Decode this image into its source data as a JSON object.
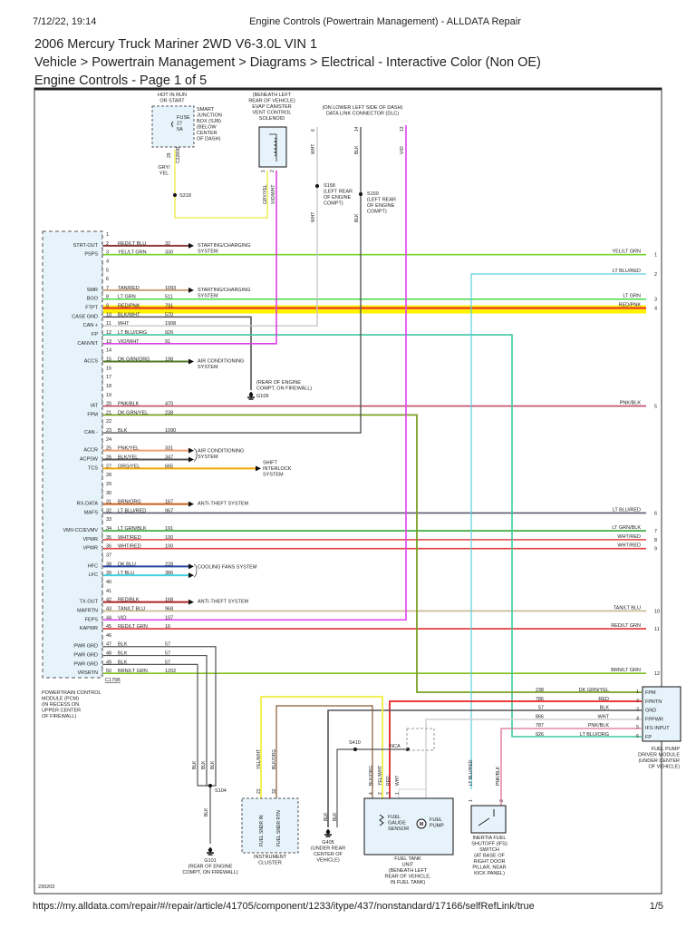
{
  "browser": {
    "datetime": "7/12/22, 19:14",
    "title": "Engine Controls (Powertrain Management) - ALLDATA Repair",
    "url": "https://my.alldata.com/repair/#/repair/article/41705/component/1233/itype/437/nonstandard/17166/selfRefLink/true",
    "page_counter": "1/5"
  },
  "header": {
    "vehicle": "2006 Mercury Truck Mariner 2WD V6-3.0L VIN 1",
    "breadcrumb": "Vehicle > Powertrain Management > Diagrams > Electrical - Interactive Color (Non OE)",
    "page_title": "Engine Controls - Page 1 of 5"
  },
  "pcm": {
    "connector": "C175B",
    "label": [
      "POWERTRAIN CONTROL",
      "MODULE (PCM)",
      "(IN RECESS ON",
      "UPPER CENTER",
      "OF FIREWALL)"
    ],
    "pins": [
      {
        "pin": "1"
      },
      {
        "pin": "2",
        "func": "STRT-OUT",
        "wire": "RED/LT BLU",
        "circuit": "32",
        "color": "#8b3a3a",
        "dest": "system"
      },
      {
        "pin": "3",
        "func": "PSPS",
        "wire": "YEL/LT GRN",
        "circuit": "330",
        "color": "#74d62a",
        "dest": "right",
        "right_label": "YEL/LT GRN",
        "right_pin": "1"
      },
      {
        "pin": "4"
      },
      {
        "pin": "5"
      },
      {
        "pin": "6"
      },
      {
        "pin": "7",
        "func": "SMR",
        "wire": "TAN/RED",
        "circuit": "1093",
        "color": "#c9a27c",
        "dest": "system"
      },
      {
        "pin": "8",
        "func": "BOO",
        "wire": "LT GRN",
        "circuit": "511",
        "color": "#45d845",
        "dest": "right",
        "right_label": "LT GRN",
        "right_pin": "3"
      },
      {
        "pin": "9",
        "func": "FTPT",
        "wire": "RED/PNK",
        "circuit": "791",
        "color": "#e83030",
        "dest": "right",
        "right_label": "RED/PNK",
        "right_pin": "4"
      },
      {
        "pin": "10",
        "func": "CASE GND",
        "wire": "BLK/WHT",
        "circuit": "570",
        "color": "#555555",
        "dest": "route"
      },
      {
        "pin": "11",
        "func": "CAN +",
        "wire": "WHT",
        "circuit": "1908",
        "color": "#c8c8c8",
        "dest": "route"
      },
      {
        "pin": "12",
        "func": "FP",
        "wire": "LT BLU/ORG",
        "circuit": "926",
        "color": "#3ec8a0",
        "dest": "route"
      },
      {
        "pin": "13",
        "func": "CANVNT",
        "wire": "VIO/WHT",
        "circuit": "91",
        "color": "#e040e0",
        "dest": "route"
      },
      {
        "pin": "14"
      },
      {
        "pin": "15",
        "func": "ACCS",
        "wire": "DK GRN/ORG",
        "circuit": "198",
        "color": "#4f7a22",
        "dest": "system"
      },
      {
        "pin": "16"
      },
      {
        "pin": "17"
      },
      {
        "pin": "18"
      },
      {
        "pin": "19"
      },
      {
        "pin": "20",
        "func": "IAT",
        "wire": "PNK/BLK",
        "circuit": "470",
        "color": "#c04a68",
        "dest": "right",
        "right_label": "PNK/BLK",
        "right_pin": "5"
      },
      {
        "pin": "21",
        "func": "FPM",
        "wire": "DK GRN/YEL",
        "circuit": "238",
        "color": "#7aa020",
        "dest": "route"
      },
      {
        "pin": "22"
      },
      {
        "pin": "23",
        "func": "CAN -",
        "wire": "BLK",
        "circuit": "1090",
        "color": "#555555",
        "dest": "route"
      },
      {
        "pin": "24"
      },
      {
        "pin": "25",
        "func": "ACCR",
        "wire": "PNK/YEL",
        "circuit": "331",
        "color": "#f0a070",
        "dest": "system"
      },
      {
        "pin": "26",
        "func": "ACPSW",
        "wire": "BLK/YEL",
        "circuit": "347",
        "color": "#555555",
        "dest": "system"
      },
      {
        "pin": "27",
        "func": "TCS",
        "wire": "ORG/YEL",
        "circuit": "665",
        "color": "#f0a800",
        "dest": "system"
      },
      {
        "pin": "28"
      },
      {
        "pin": "29"
      },
      {
        "pin": "30"
      },
      {
        "pin": "31",
        "func": "RX-DATA",
        "wire": "BRN/ORG",
        "circuit": "167",
        "color": "#c8621a",
        "dest": "system"
      },
      {
        "pin": "32",
        "func": "MAFS",
        "wire": "LT BLU/RED",
        "circuit": "967",
        "color": "#5a5a70",
        "dest": "right",
        "right_label": "LT BLU/RED",
        "right_pin": "6"
      },
      {
        "pin": "33"
      },
      {
        "pin": "34",
        "func": "VMV-CC/EVMV",
        "wire": "LT GRN/BLK",
        "circuit": "191",
        "color": "#30a830",
        "dest": "right",
        "right_label": "LT GRN/BLK",
        "right_pin": "7"
      },
      {
        "pin": "35",
        "func": "VPWR",
        "wire": "WHT/RED",
        "circuit": "100",
        "color": "#e04040",
        "dest": "right",
        "right_label": "WHT/RED",
        "right_pin": "8"
      },
      {
        "pin": "36",
        "func": "VPWR",
        "wire": "WHT/RED",
        "circuit": "100",
        "color": "#e04040",
        "dest": "right",
        "right_label": "WHT/RED",
        "right_pin": "9"
      },
      {
        "pin": "37"
      },
      {
        "pin": "38",
        "func": "HFC",
        "wire": "DK BLU",
        "circuit": "228",
        "color": "#2444a0",
        "dest": "system"
      },
      {
        "pin": "39",
        "func": "LFC",
        "wire": "LT BLU",
        "circuit": "386",
        "color": "#40d0e0",
        "dest": "system"
      },
      {
        "pin": "40"
      },
      {
        "pin": "41"
      },
      {
        "pin": "42",
        "func": "TX-OUT",
        "wire": "RED/BLK",
        "circuit": "168",
        "color": "#b02020",
        "dest": "system"
      },
      {
        "pin": "43",
        "func": "MAFRTN",
        "wire": "TAN/LT BLU",
        "circuit": "968",
        "color": "#c8b890",
        "dest": "right",
        "right_label": "TAN/LT BLU",
        "right_pin": "10"
      },
      {
        "pin": "44",
        "func": "FEPS",
        "wire": "VIO",
        "circuit": "107",
        "color": "#e040f0",
        "dest": "route"
      },
      {
        "pin": "45",
        "func": "KAPWR",
        "wire": "RED/LT GRN",
        "circuit": "16",
        "color": "#e03030",
        "dest": "right",
        "right_label": "RED/LT GRN",
        "right_pin": "11"
      },
      {
        "pin": "46"
      },
      {
        "pin": "47",
        "func": "PWR GRD",
        "wire": "BLK",
        "circuit": "57",
        "color": "#555555",
        "dest": "route"
      },
      {
        "pin": "48",
        "func": "PWR GRD",
        "wire": "BLK",
        "circuit": "57",
        "color": "#555555",
        "dest": "route"
      },
      {
        "pin": "49",
        "func": "PWR GRD",
        "wire": "BLK",
        "circuit": "57",
        "color": "#555555",
        "dest": "route"
      },
      {
        "pin": "50",
        "func": "VRSRTN",
        "wire": "BRN/LT GRN",
        "circuit": "1202",
        "color": "#80c020",
        "dest": "right",
        "right_label": "BRN/LT GRN",
        "right_pin": "12"
      }
    ],
    "systems": [
      {
        "pins": [
          "2"
        ],
        "lines": [
          "STARTING/CHARGING",
          "SYSTEM"
        ]
      },
      {
        "pins": [
          "7"
        ],
        "lines": [
          "STARTING/CHARGING",
          "SYSTEM"
        ]
      },
      {
        "pins": [
          "15"
        ],
        "lines": [
          "AIR CONDITIONING",
          "SYSTEM"
        ]
      },
      {
        "pins": [
          "25",
          "26"
        ],
        "lines": [
          "AIR CONDITIONING",
          "SYSTEM"
        ]
      },
      {
        "pins": [
          "27"
        ],
        "lines": [
          "SHIFT",
          "INTERLOCK",
          "SYSTEM"
        ]
      },
      {
        "pins": [
          "31"
        ],
        "lines": [
          "ANTI-THEFT SYSTEM"
        ]
      },
      {
        "pins": [
          "38",
          "39"
        ],
        "lines": [
          "COOLING FANS SYSTEM"
        ]
      },
      {
        "pins": [
          "42"
        ],
        "lines": [
          "ANTI-THEFT SYSTEM"
        ]
      }
    ]
  },
  "right_extra": {
    "label": "LT BLU/RED",
    "pin": "2"
  },
  "fuse_box": {
    "hot": [
      "HOT IN RUN",
      "OR START"
    ],
    "fuse": [
      "FUSE",
      "27",
      "5A"
    ],
    "label": [
      "SMART",
      "JUNCTION",
      "BOX (SJB)",
      "(BELOW",
      "CENTER",
      "OF DASH)"
    ],
    "connector": "C2280D",
    "pin": "29",
    "wire": [
      "GRY/",
      "YEL"
    ],
    "splice": "S318"
  },
  "solenoid": {
    "label": [
      "(BENEATH LEFT",
      "REAR OF VEHICLE)",
      "EVAP CANISTER",
      "VENT CONTROL",
      "SOLENOID"
    ],
    "wires": [
      "GRY/YEL",
      "VIO/WHT"
    ],
    "pins": [
      "1",
      "2"
    ]
  },
  "dlc": {
    "label": [
      "(ON LOWER LEFT SIDE OF DASH)",
      "DATA LINK CONNECTOR (DLC)"
    ],
    "pins": [
      {
        "pin": "6",
        "wire": "WHT"
      },
      {
        "pin": "14",
        "wire": "BLK"
      },
      {
        "pin": "13",
        "wire": "VIO"
      }
    ],
    "s158": [
      "S158",
      "(LEFT REAR",
      "OF ENGINE",
      "COMPT)"
    ],
    "s159": [
      "S159",
      "(LEFT REAR",
      "OF ENGINE",
      "COMPT)"
    ]
  },
  "g109": [
    "(REAR OF ENGINE",
    "COMPT, ON FIREWALL)",
    "G109"
  ],
  "fpdm": {
    "pins": [
      {
        "pin": "1",
        "func": "FPM",
        "wire": "DK GRN/YEL",
        "circuit": "238",
        "color": "#7aa020"
      },
      {
        "pin": "2",
        "func": "FPRTN",
        "wire": "RED",
        "circuit": "786",
        "color": "#e82020"
      },
      {
        "pin": "3",
        "func": "GND",
        "wire": "BLK",
        "circuit": "57",
        "color": "#555555"
      },
      {
        "pin": "4",
        "func": "FPPWR",
        "wire": "WHT",
        "circuit": "866",
        "color": "#c8c8c8"
      },
      {
        "pin": "5",
        "func": "IFS INPUT",
        "wire": "PNK/BLK",
        "circuit": "787",
        "color": "#c04a68"
      },
      {
        "pin": "6",
        "func": "FP",
        "wire": "LT BLU/ORG",
        "circuit": "926",
        "color": "#3ec8a0"
      }
    ],
    "label": [
      "FUEL PUMP",
      "DRIVER MODULE",
      "(UNDER CENTER",
      "OF VEHICLE)"
    ]
  },
  "ground_g101": {
    "wires": [
      "BLK",
      "BLK",
      "BLK"
    ],
    "splice": "S104",
    "wire": "BLK",
    "label": [
      "G101",
      "(REAR OF ENGINE",
      "COMPT, ON FIREWALL)"
    ]
  },
  "cluster": {
    "wires": [
      {
        "pin": "22",
        "wire": "YEL/WHT"
      },
      {
        "pin": "32",
        "wire": "BLK/ORG"
      }
    ],
    "inner": [
      "FUEL SNDR IN",
      "FUEL SNDR RTN"
    ],
    "label": [
      "INSTRUMENT",
      "CLUSTER"
    ]
  },
  "g405": {
    "wires": [
      "BLK",
      "BLK"
    ],
    "label": [
      "G405",
      "(UNDER REAR",
      "CENTER OF",
      "VEHICLE)"
    ]
  },
  "s410": "S410",
  "nca": "NCA",
  "fuel_tank": {
    "pins": [
      {
        "pin": "4",
        "wire": "BLK/ORG"
      },
      {
        "pin": "2",
        "wire": "YEL/WHT"
      },
      {
        "pin": "3",
        "wire": "RED"
      },
      {
        "pin": "1",
        "wire": "WHT"
      }
    ],
    "sensor": [
      "FUEL",
      "GAUGE",
      "SENSOR"
    ],
    "pump": [
      "FUEL",
      "PUMP"
    ],
    "motor": "M",
    "label": [
      "FUEL TANK",
      "UNIT",
      "(BENEATH LEFT",
      "REAR OF VEHICLE,",
      "IN FUEL TANK)"
    ]
  },
  "ifs": {
    "pins": [
      {
        "pin": "1",
        "wire": "LT BLU/RED"
      },
      {
        "pin": "2",
        "wire": "PNK/BLK"
      }
    ],
    "label": [
      "INERTIA FUEL",
      "SHUTOFF (IFS)",
      "SWITCH",
      "(AT BASE OF",
      "RIGHT DOOR",
      "PILLAR, NEAR",
      "KICK PANEL)"
    ]
  },
  "diagram_id": "230203",
  "colors": {
    "module_fill": "#e6f3fb",
    "highlight": "#fff200"
  }
}
